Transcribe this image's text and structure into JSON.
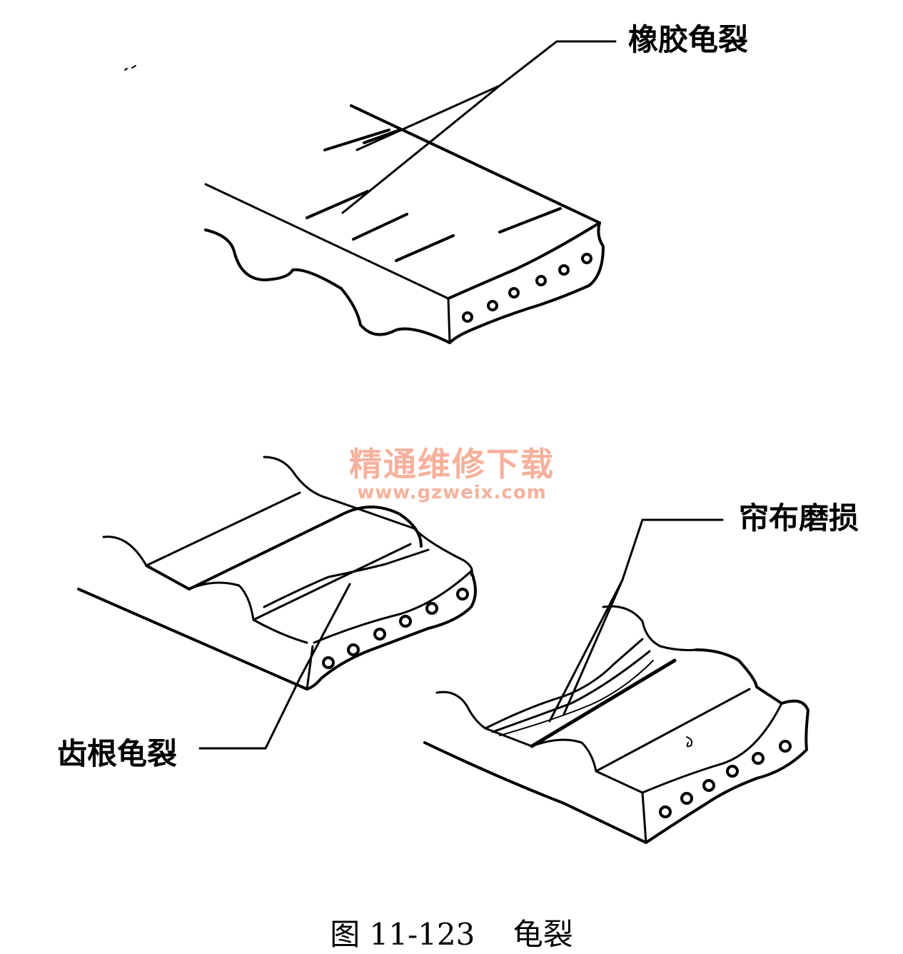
{
  "labels": {
    "rubber_crack": "橡胶龟裂",
    "root_crack": "齿根龟裂",
    "fabric_wear": "帘布磨损"
  },
  "watermark": {
    "title": "精通维修下载",
    "url": "www.gzweix.com"
  },
  "caption": {
    "figure_number": "图 11-123",
    "title": "龟裂"
  }
}
